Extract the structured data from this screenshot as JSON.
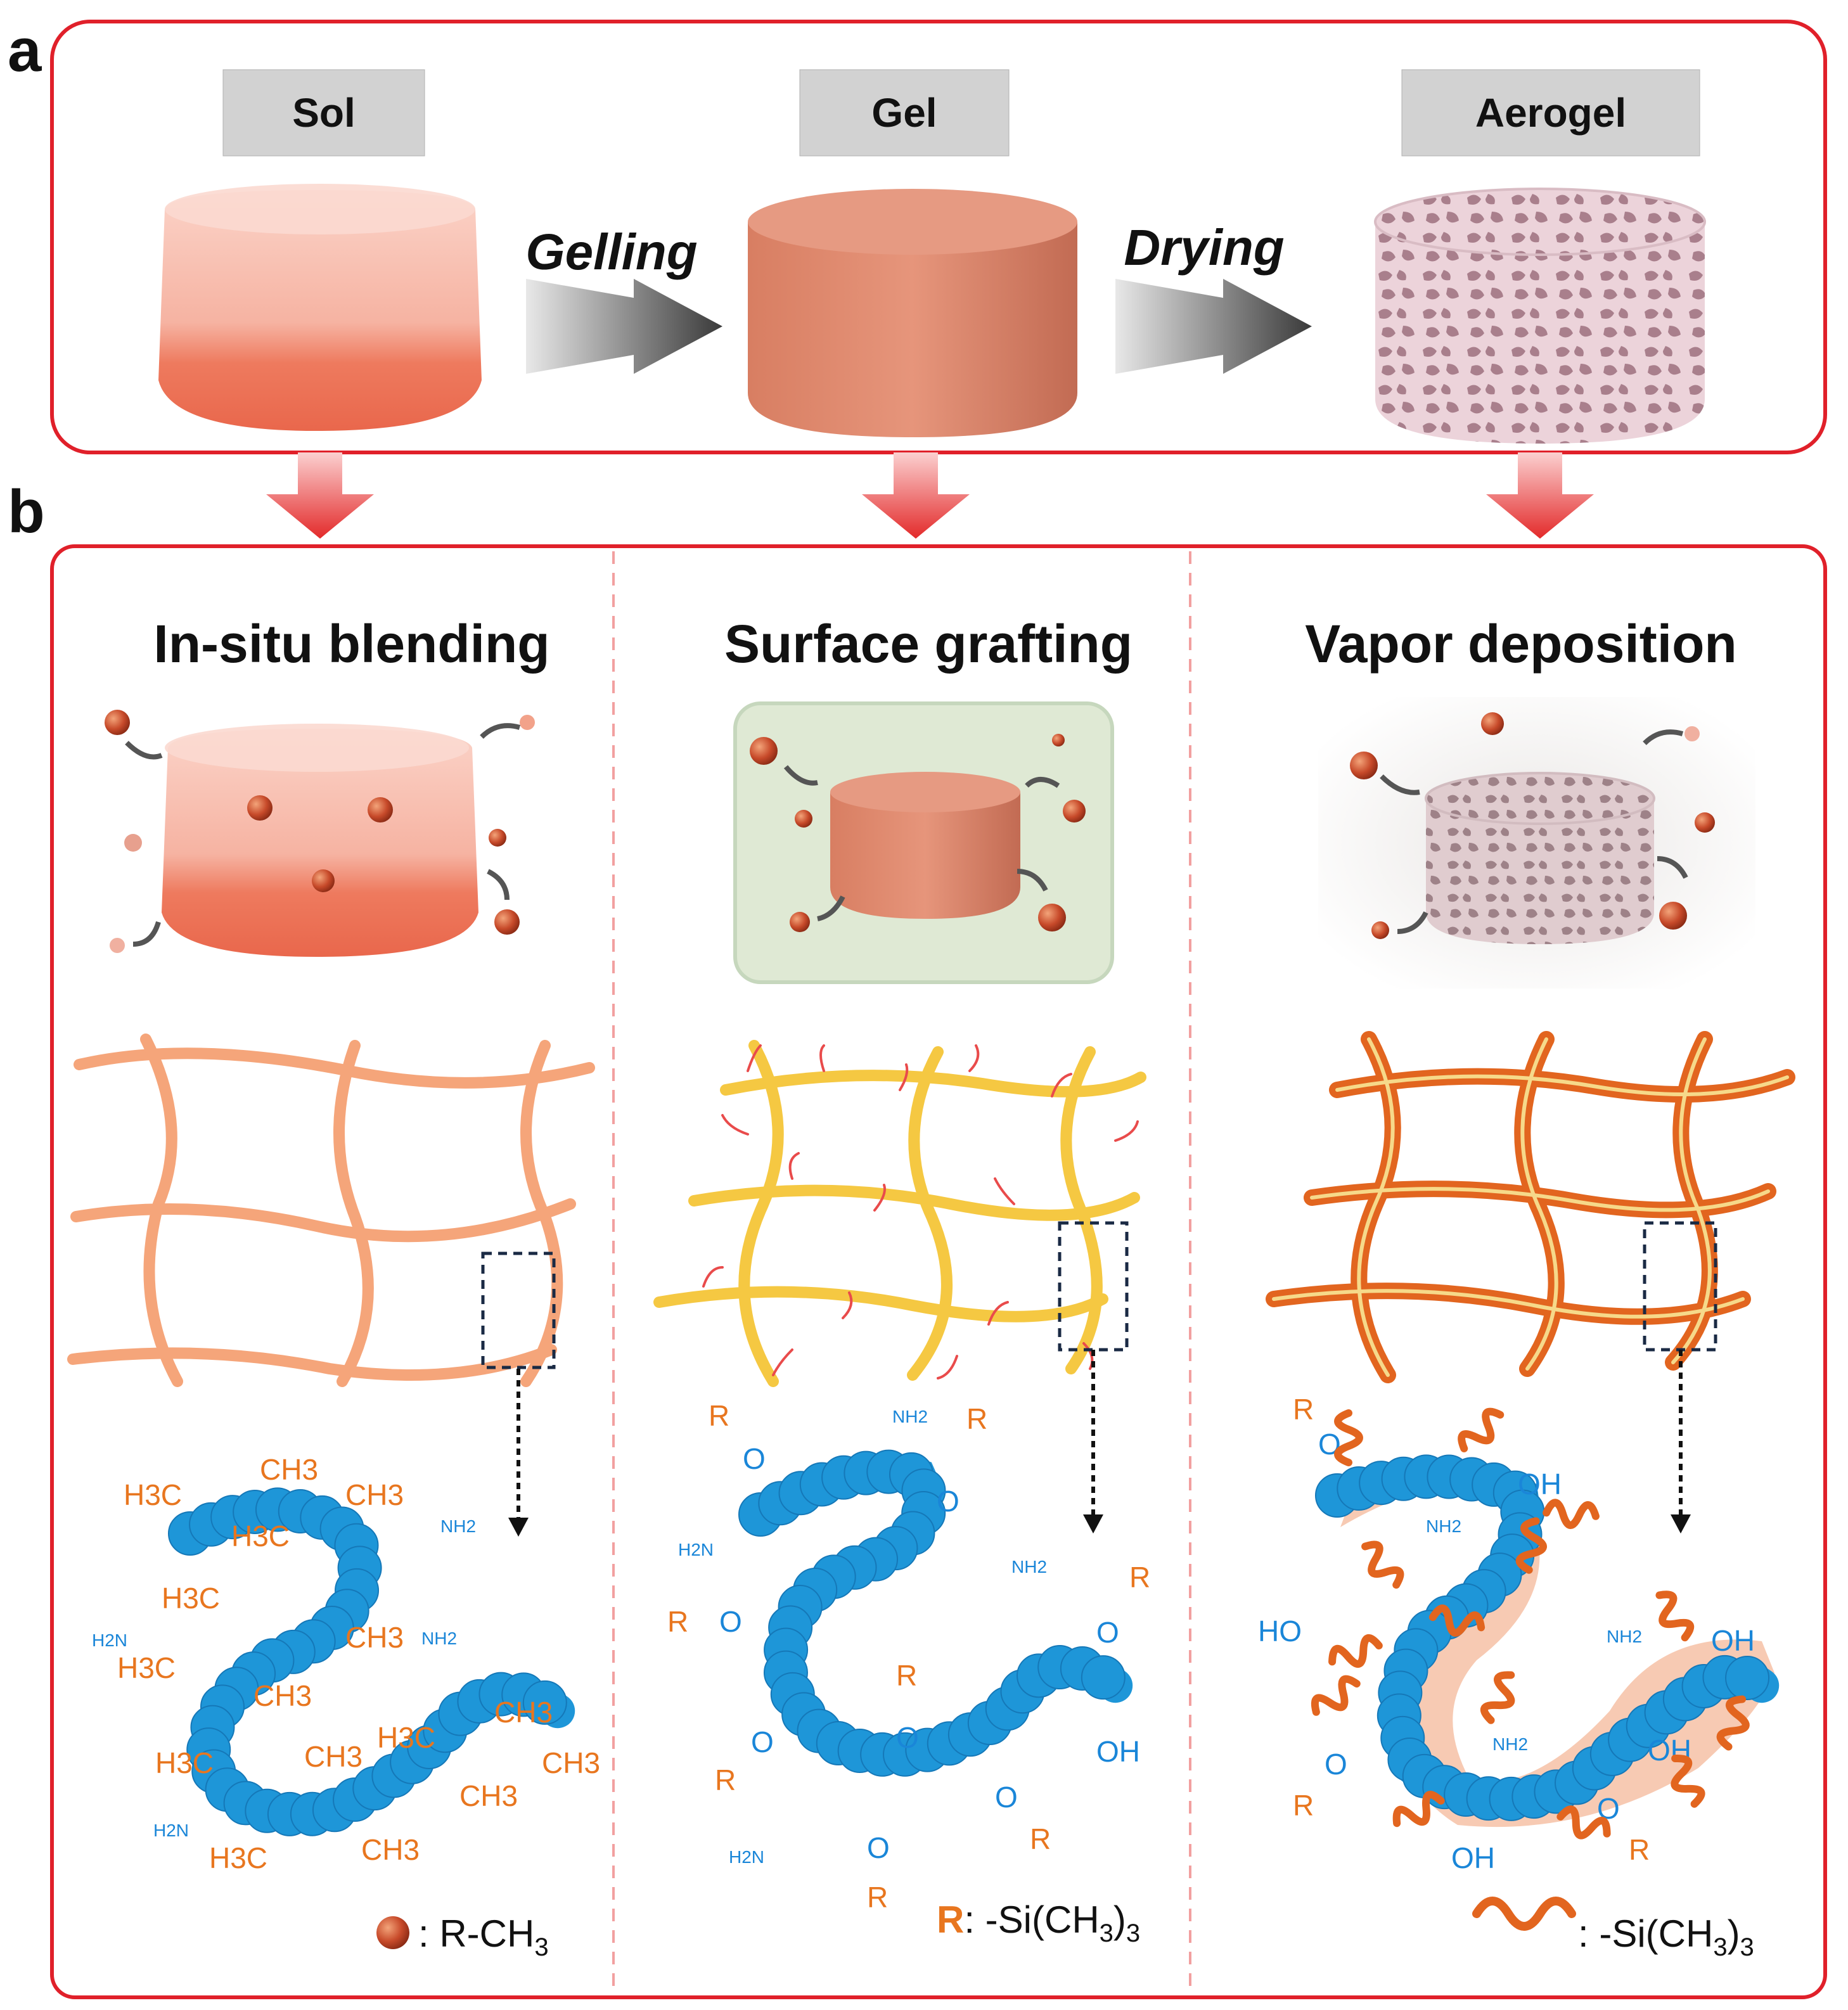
{
  "panels": {
    "a": "a",
    "b": "b"
  },
  "stages": {
    "sol": "Sol",
    "gel": "Gel",
    "aerogel": "Aerogel"
  },
  "steps": {
    "gelling": "Gelling",
    "drying": "Drying"
  },
  "methods": {
    "blending": "In-situ blending",
    "grafting": "Surface  grafting",
    "vapor": "Vapor deposition"
  },
  "chem": {
    "ch3": "CH3",
    "h3c": "H3C",
    "nh2": "NH2",
    "h2n": "H2N",
    "r": "R",
    "o": "O",
    "oh": "OH",
    "ho": "HO",
    "particle": "R-CH3"
  },
  "legends": {
    "blending_text": ": R-CH",
    "blending_sub": "3",
    "grafting_r": "R",
    "grafting_text": ": -Si(CH",
    "grafting_sub1": "3",
    "grafting_close": ")",
    "grafting_sub2": "3",
    "vapor_text": ": -Si(CH",
    "vapor_sub1": "3",
    "vapor_close": ")",
    "vapor_sub2": "3"
  },
  "colors": {
    "frame": "#e0202a",
    "chain": "#1e96d8",
    "methyl": "#f0892e",
    "blend_net": "#f5a57a",
    "graft_net": "#f5c842",
    "vapor_net": "#e2651f",
    "gel": "#d98168",
    "sol": "#f6b6a6",
    "aerogel": "#e8c6cf"
  }
}
